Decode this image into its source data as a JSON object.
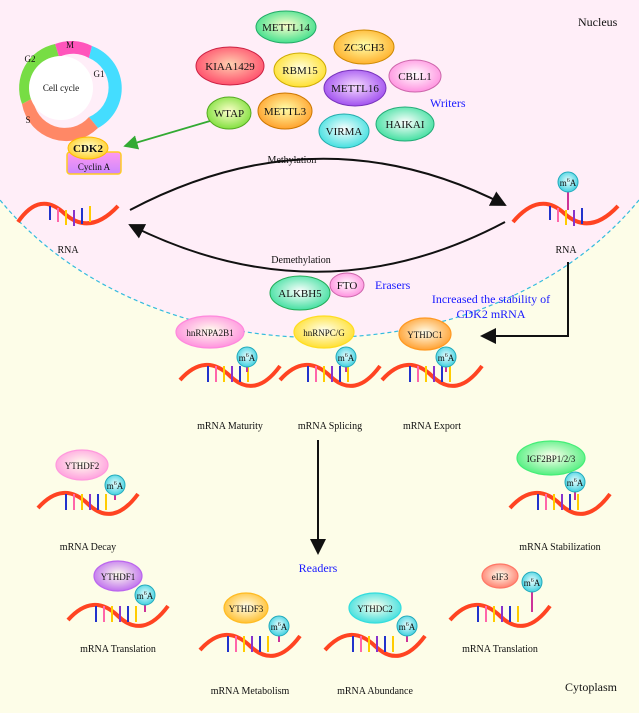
{
  "regions": {
    "nucleus": "Nucleus",
    "cytoplasm": "Cytoplasm"
  },
  "cell_cycle": {
    "title": "Cell cycle",
    "phases": [
      {
        "label": "M",
        "color": "#ff55bb"
      },
      {
        "label": "G1",
        "color": "#44ddff"
      },
      {
        "label": "S",
        "color": "#ff8866"
      },
      {
        "label": "G2",
        "color": "#77dd44"
      }
    ]
  },
  "cdk": {
    "cdk2": "CDK2",
    "cyclin": "Cyclin A"
  },
  "writers": {
    "heading": "Writers",
    "items": [
      {
        "label": "METTL14",
        "color": "#33dd88"
      },
      {
        "label": "KIAA1429",
        "color": "#ff4466"
      },
      {
        "label": "RBM15",
        "color": "#ffee33"
      },
      {
        "label": "ZC3CH3",
        "color": "#ffaa22"
      },
      {
        "label": "CBLL1",
        "color": "#ff99dd"
      },
      {
        "label": "METTL16",
        "color": "#aa55ee"
      },
      {
        "label": "WTAP",
        "color": "#88ee44"
      },
      {
        "label": "METTL3",
        "color": "#ff9922"
      },
      {
        "label": "VIRMA",
        "color": "#33dddd"
      },
      {
        "label": "HAIKAI",
        "color": "#33dd99"
      }
    ]
  },
  "methylation": {
    "top": "Methylation",
    "bottom": "Demethylation"
  },
  "rna": {
    "left": "RNA",
    "right": "RNA"
  },
  "m6a": {
    "m": "m",
    "sup": "6",
    "a": "A"
  },
  "erasers": {
    "heading": "Erasers",
    "items": [
      {
        "label": "ALKBH5",
        "color": "#44ee77"
      },
      {
        "label": "FTO",
        "color": "#ff88dd"
      }
    ]
  },
  "stability_note": {
    "line1": "Increased the stability of",
    "line2": "CDK2 mRNA"
  },
  "readers": {
    "heading": "Readers",
    "items": [
      {
        "protein": "hnRNPA2B1",
        "caption": "mRNA Maturity",
        "color": "#ff88dd"
      },
      {
        "protein": "hnRNPC/G",
        "caption": "mRNA Splicing",
        "color": "#ffdd22"
      },
      {
        "protein": "YTHDC1",
        "caption": "mRNA Export",
        "color": "#ff9922"
      },
      {
        "protein": "YTHDF2",
        "caption": "mRNA Decay",
        "color": "#ff99dd"
      },
      {
        "protein": "IGF2BP1/2/3",
        "caption": "mRNA Stabilization",
        "color": "#44ee77"
      },
      {
        "protein": "YTHDF1",
        "caption": "mRNA Translation",
        "color": "#bb66ee"
      },
      {
        "protein": "YTHDF3",
        "caption": "mRNA Metabolism",
        "color": "#ffbb22"
      },
      {
        "protein": "YTHDC2",
        "caption": "mRNA Abundance",
        "color": "#33dddd"
      },
      {
        "protein": "eIF3",
        "caption": "mRNA Translation",
        "color": "#ff7766"
      }
    ]
  }
}
